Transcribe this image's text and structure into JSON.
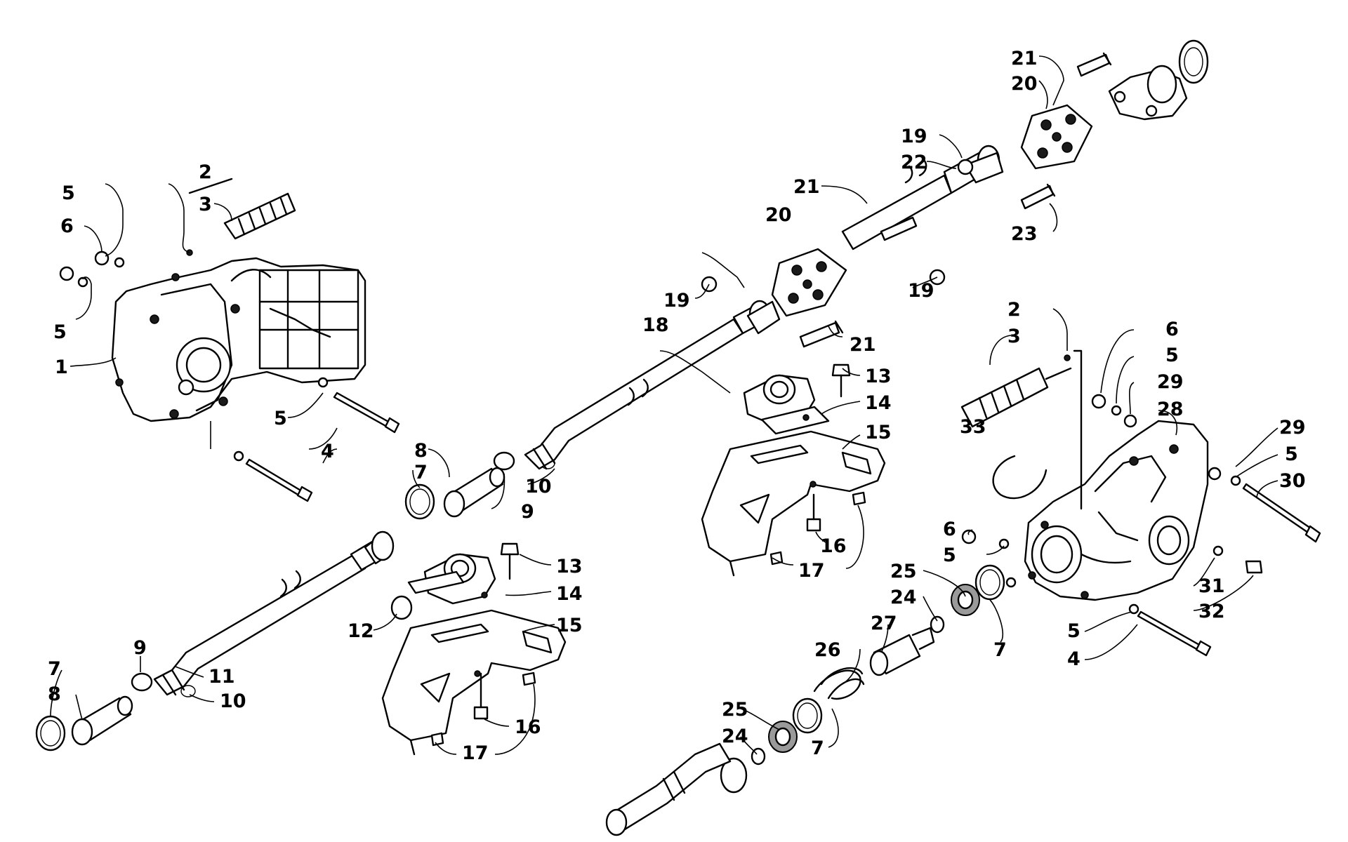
{
  "callouts": [
    {
      "id": "c-5-a",
      "text": "5"
    },
    {
      "id": "c-2-a",
      "text": "2"
    },
    {
      "id": "c-3-a",
      "text": "3"
    },
    {
      "id": "c-6-a",
      "text": "6"
    },
    {
      "id": "c-5-b",
      "text": "5"
    },
    {
      "id": "c-1",
      "text": "1"
    },
    {
      "id": "c-5-c",
      "text": "5"
    },
    {
      "id": "c-4-a",
      "text": "4"
    },
    {
      "id": "c-8-a",
      "text": "8"
    },
    {
      "id": "c-7-a",
      "text": "7"
    },
    {
      "id": "c-9-a",
      "text": "9"
    },
    {
      "id": "c-10-a",
      "text": "10"
    },
    {
      "id": "c-18",
      "text": "18"
    },
    {
      "id": "c-19-a",
      "text": "19"
    },
    {
      "id": "c-20-a",
      "text": "20"
    },
    {
      "id": "c-21-a",
      "text": "21"
    },
    {
      "id": "c-21-b",
      "text": "21"
    },
    {
      "id": "c-19-b",
      "text": "19"
    },
    {
      "id": "c-22",
      "text": "22"
    },
    {
      "id": "c-19-c",
      "text": "19"
    },
    {
      "id": "c-21-c",
      "text": "21"
    },
    {
      "id": "c-20-b",
      "text": "20"
    },
    {
      "id": "c-23",
      "text": "23"
    },
    {
      "id": "c-13-a",
      "text": "13"
    },
    {
      "id": "c-14-a",
      "text": "14"
    },
    {
      "id": "c-15-a",
      "text": "15"
    },
    {
      "id": "c-16-a",
      "text": "16"
    },
    {
      "id": "c-17-a",
      "text": "17"
    },
    {
      "id": "c-13-b",
      "text": "13"
    },
    {
      "id": "c-14-b",
      "text": "14"
    },
    {
      "id": "c-15-b",
      "text": "15"
    },
    {
      "id": "c-12",
      "text": "12"
    },
    {
      "id": "c-16-b",
      "text": "16"
    },
    {
      "id": "c-17-b",
      "text": "17"
    },
    {
      "id": "c-7-b",
      "text": "7"
    },
    {
      "id": "c-8-b",
      "text": "8"
    },
    {
      "id": "c-9-b",
      "text": "9"
    },
    {
      "id": "c-11",
      "text": "11"
    },
    {
      "id": "c-10-b",
      "text": "10"
    },
    {
      "id": "c-2-b",
      "text": "2"
    },
    {
      "id": "c-3-b",
      "text": "3"
    },
    {
      "id": "c-6-b",
      "text": "6"
    },
    {
      "id": "c-5-d",
      "text": "5"
    },
    {
      "id": "c-29-a",
      "text": "29"
    },
    {
      "id": "c-28",
      "text": "28"
    },
    {
      "id": "c-33",
      "text": "33"
    },
    {
      "id": "c-29-b",
      "text": "29"
    },
    {
      "id": "c-5-e",
      "text": "5"
    },
    {
      "id": "c-30",
      "text": "30"
    },
    {
      "id": "c-6-c",
      "text": "6"
    },
    {
      "id": "c-5-f",
      "text": "5"
    },
    {
      "id": "c-25-a",
      "text": "25"
    },
    {
      "id": "c-24-a",
      "text": "24"
    },
    {
      "id": "c-27",
      "text": "27"
    },
    {
      "id": "c-26",
      "text": "26"
    },
    {
      "id": "c-7-c",
      "text": "7"
    },
    {
      "id": "c-31",
      "text": "31"
    },
    {
      "id": "c-32",
      "text": "32"
    },
    {
      "id": "c-5-g",
      "text": "5"
    },
    {
      "id": "c-4-b",
      "text": "4"
    },
    {
      "id": "c-25-b",
      "text": "25"
    },
    {
      "id": "c-24-b",
      "text": "24"
    },
    {
      "id": "c-7-d",
      "text": "7"
    }
  ]
}
